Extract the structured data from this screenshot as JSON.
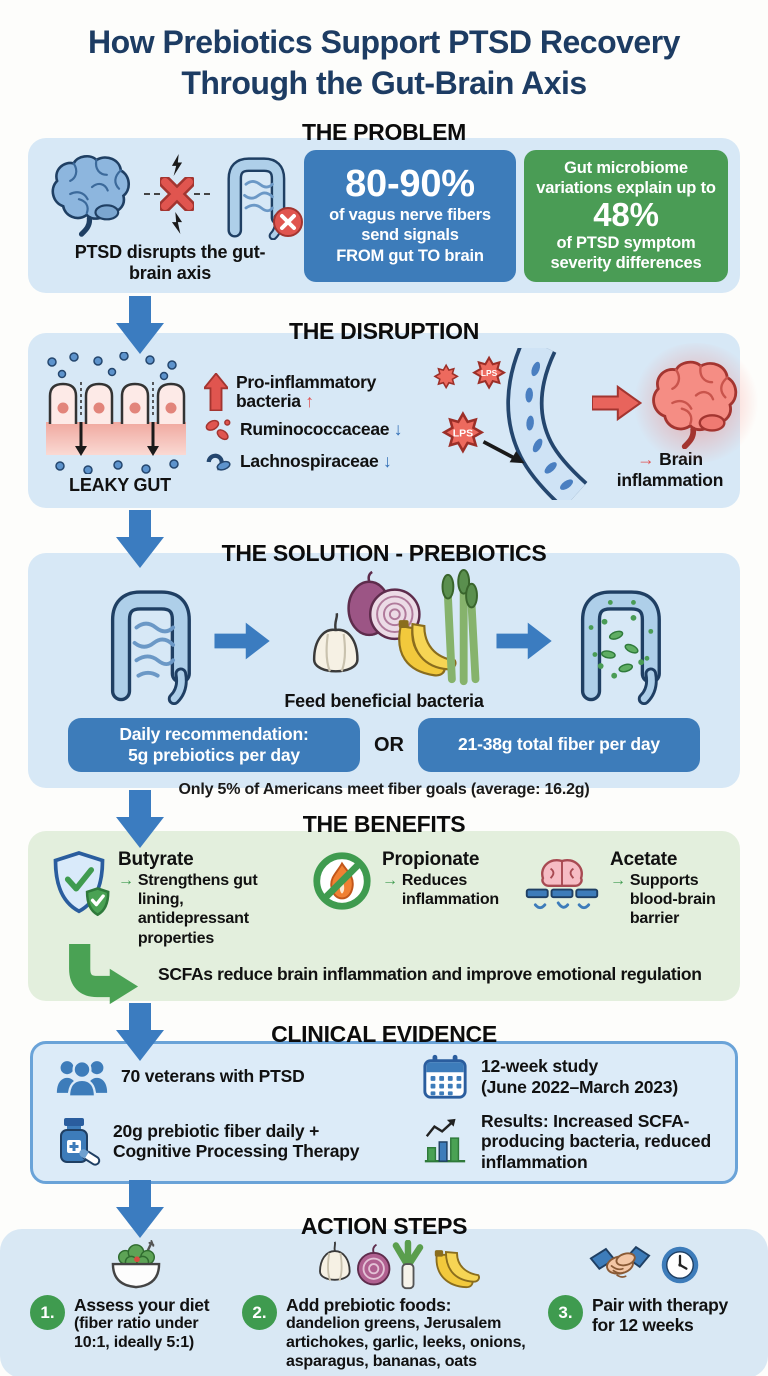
{
  "glyphs": {
    "up_arrow": "↑",
    "down_arrow": "↓",
    "right_arrow": "→"
  },
  "title": {
    "line1": "How Prebiotics Support PTSD Recovery",
    "line2": "Through the Gut-Brain Axis"
  },
  "problem": {
    "heading": "THE PROBLEM",
    "caption": "PTSD disrupts the gut-brain axis",
    "vagus_stat": {
      "big": "80-90%",
      "line1": "of vagus nerve fibers",
      "line2": "send signals",
      "line3": "FROM gut TO brain"
    },
    "microbiome_stat": {
      "intro": "Gut microbiome variations explain up to",
      "big": "48%",
      "outro": "of PTSD symptom severity differences"
    }
  },
  "disruption": {
    "heading": "THE DISRUPTION",
    "leaky_gut_label": "LEAKY GUT",
    "bacteria_changes": [
      {
        "label": "Pro-inflammatory bacteria",
        "direction": "up"
      },
      {
        "label": "Ruminococcaceae",
        "direction": "down"
      },
      {
        "label": "Lachnospiraceae",
        "direction": "down"
      }
    ],
    "lps_label": "LPS",
    "outcome": "Brain inflammation"
  },
  "solution": {
    "heading": "THE SOLUTION - PREBIOTICS",
    "foods_caption": "Feed beneficial bacteria",
    "recommendation_1": {
      "line1": "Daily recommendation:",
      "line2": "5g prebiotics per day"
    },
    "or_label": "OR",
    "recommendation_2": "21-38g total fiber per day",
    "footnote": "Only 5% of Americans meet fiber goals (average: 16.2g)"
  },
  "benefits": {
    "heading": "THE BENEFITS",
    "items": [
      {
        "name": "Butyrate",
        "description": "Strengthens gut lining, antidepressant properties"
      },
      {
        "name": "Propionate",
        "description": "Reduces inflammation"
      },
      {
        "name": "Acetate",
        "description": "Supports blood-brain barrier"
      }
    ],
    "summary": "SCFAs reduce brain inflammation and improve emotional regulation"
  },
  "evidence": {
    "heading": "CLINICAL EVIDENCE",
    "items": [
      {
        "bold": "70",
        "text": " veterans with PTSD"
      },
      {
        "bold": "12-week study",
        "text": "(June 2022–March 2023)"
      },
      {
        "bold": "20g",
        "text": " prebiotic fiber daily + Cognitive Processing Therapy"
      },
      {
        "bold": "Results:",
        "text": " Increased SCFA-producing bacteria, reduced inflammation"
      }
    ]
  },
  "action": {
    "heading": "ACTION STEPS",
    "steps": [
      {
        "number": "1.",
        "bold": "Assess your diet",
        "rest": "(fiber ratio under 10:1, ideally 5:1)"
      },
      {
        "number": "2.",
        "bold": "Add prebiotic foods:",
        "rest": "dandelion greens, Jerusalem artichokes, garlic, leeks, onions, asparagus, bananas, oats"
      },
      {
        "number": "3.",
        "bold": "Pair with therapy for 12 weeks",
        "rest": ""
      }
    ]
  },
  "colors": {
    "navy": "#1d3c63",
    "card_blue": "#d7e8f6",
    "stat_blue": "#3d7cba",
    "stat_green": "#4a9c55",
    "benefits_bg": "#e3efdd",
    "evidence_bg": "#dcebf8",
    "evidence_border": "#6aa3d8",
    "action_bg": "#d9e8f4",
    "accent_red": "#e05252",
    "step_green": "#3f9b4f",
    "arrow_blue": "#3b7cc0"
  },
  "icons": {
    "brain-icon": "blue brain drawing",
    "broken-link-icon": "red X with lightning bolts",
    "gut-icon": "blue colon drawing",
    "error-badge-icon": "red circle with white X",
    "leaky-gut-icon": "intestinal villi with leaking particles",
    "bacteria-red-icon": "red microbes",
    "bacteria-blue-icon": "blue microbes",
    "lps-molecule-icon": "spiky red LPS particle",
    "blood-vessel-icon": "blue vessel with cells",
    "inflamed-brain-icon": "red glowing brain",
    "prebiotic-foods-icon": "garlic onion banana asparagus",
    "healthy-gut-icon": "colon with green bacteria",
    "shield-check-icon": "shield with checkmark",
    "no-inflammation-icon": "crossed-out flame",
    "brain-barrier-icon": "brain on barrier bars",
    "people-group-icon": "three people",
    "calendar-icon": "calendar grid",
    "supplement-bottle-icon": "pill bottle and capsule",
    "results-chart-icon": "bar chart with rising arrow",
    "salad-bowl-icon": "bowl of greens",
    "leek-icon": "leek stalk",
    "handshake-icon": "two shaking hands",
    "clock-icon": "clock face"
  }
}
